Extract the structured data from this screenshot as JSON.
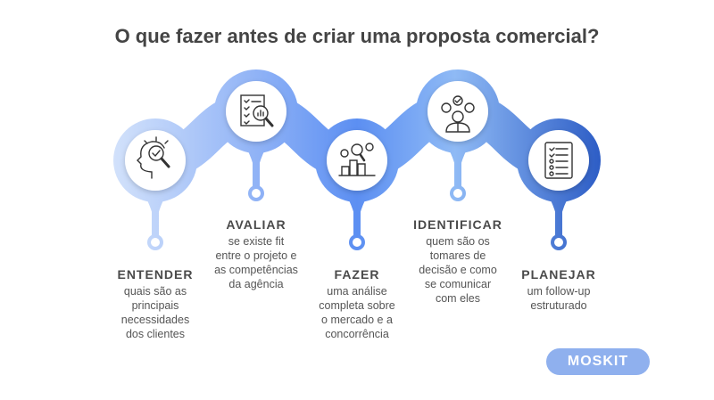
{
  "title": "O que fazer antes de criar uma proposta comercial?",
  "colors": {
    "start": "#d3e2fb",
    "mid": "#5c8ff2",
    "light_mid": "#8fbaf5",
    "end": "#2c5cc5"
  },
  "steps": [
    {
      "heading": "ENTENDER",
      "lines": [
        "quais são as",
        "principais",
        "necessidades",
        "dos clientes"
      ],
      "icon": "head-magnifier-check-icon"
    },
    {
      "heading": "AVALIAR",
      "lines": [
        "se existe fit",
        "entre o projeto e",
        "as competências",
        "da agência"
      ],
      "icon": "checklist-magnifier-chart-icon"
    },
    {
      "heading": "FAZER",
      "lines": [
        "uma análise",
        "completa sobre",
        "o mercado e a",
        "concorrência"
      ],
      "icon": "market-analysis-icon"
    },
    {
      "heading": "IDENTIFICAR",
      "lines": [
        "quem são os",
        "tomares de",
        "decisão e como",
        "se comunicar",
        "com eles"
      ],
      "icon": "decision-maker-icon"
    },
    {
      "heading": "PLANEJAR",
      "lines": [
        "um follow-up",
        "estruturado"
      ],
      "icon": "checklist-icon"
    }
  ],
  "logo": "MOSKIT"
}
